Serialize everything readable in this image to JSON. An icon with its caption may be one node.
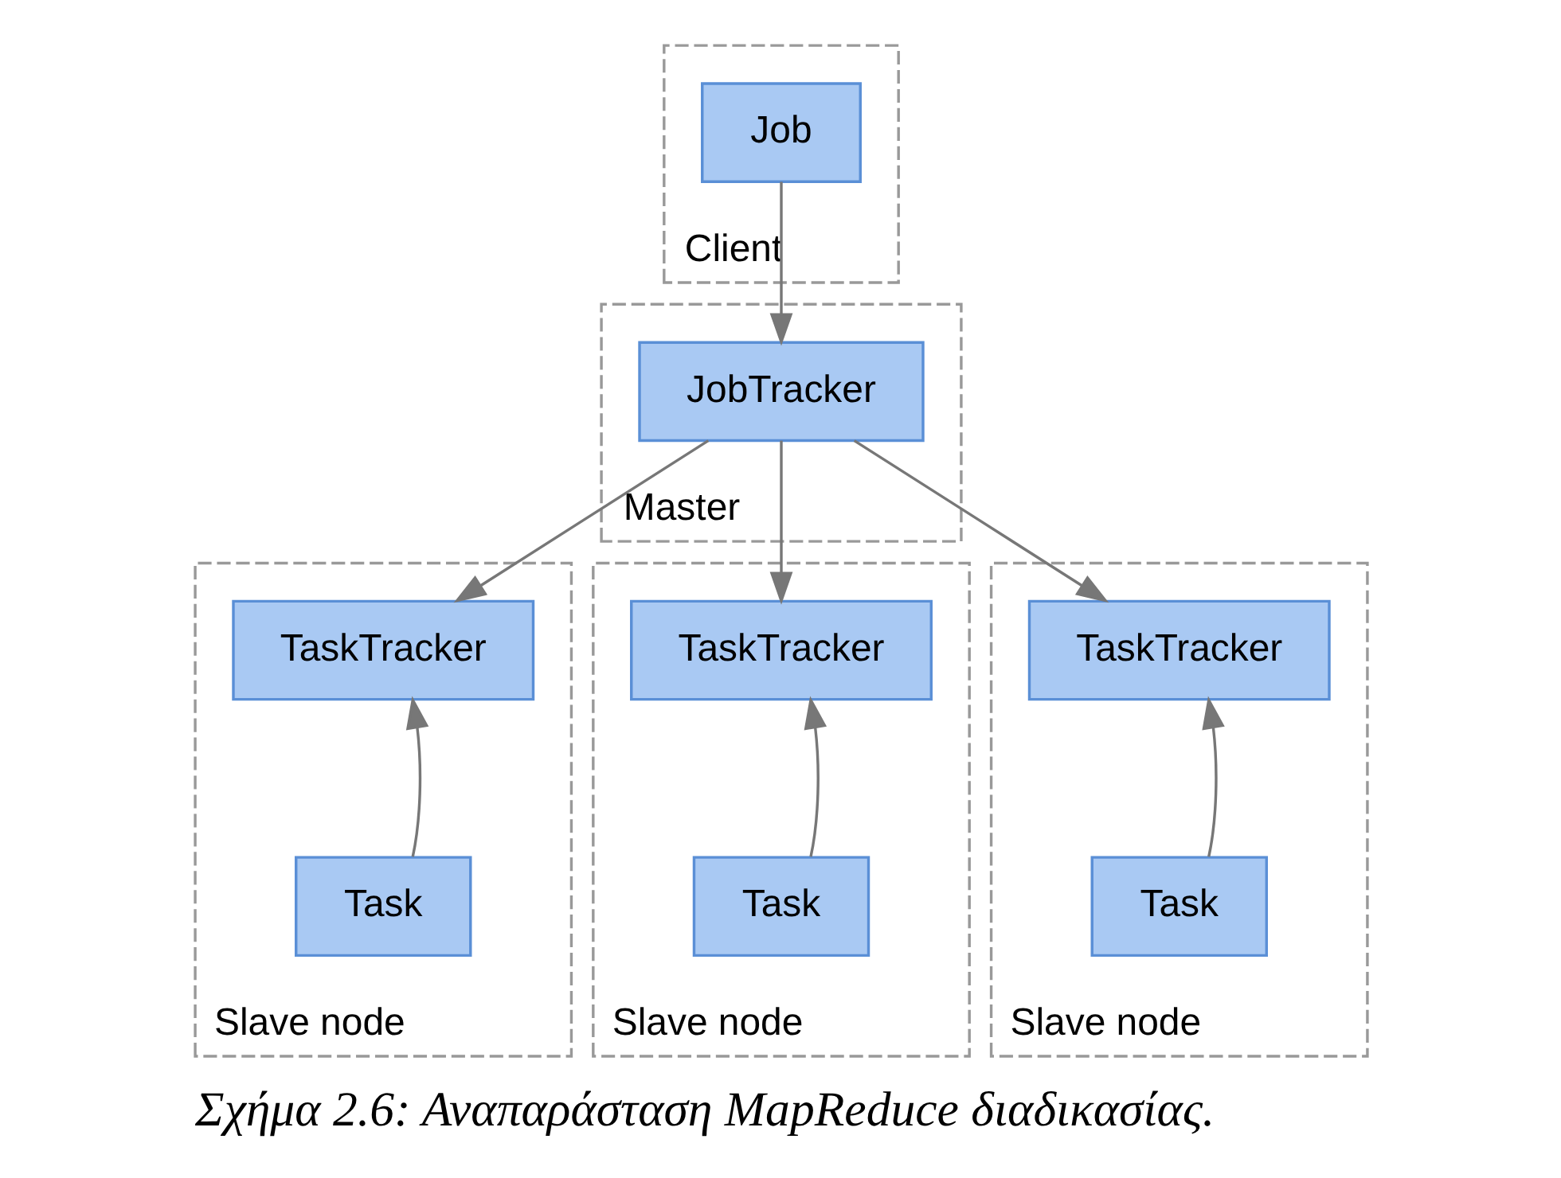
{
  "diagram": {
    "caption": "Σχήμα 2.6: Αναπαράσταση MapReduce διαδικασίας.",
    "nodes": [
      {
        "text": [
          "Client"
        ]
      },
      {
        "text": [
          "Job"
        ],
        "in": 0
      },
      {
        "text": [
          "Master"
        ]
      },
      {
        "text": [
          "JobTracker"
        ],
        "in": 2
      },
      {
        "text": [
          "Slave node"
        ]
      },
      {
        "text": [
          "TaskTracker"
        ],
        "in": 4
      },
      {
        "text": [
          "Task"
        ],
        "in": 4
      },
      {
        "text": [
          "Slave node"
        ]
      },
      {
        "text": [
          "TaskTracker"
        ],
        "in": 7
      },
      {
        "text": [
          "Task"
        ],
        "in": 7
      },
      {
        "text": [
          "Slave node"
        ]
      },
      {
        "text": [
          "TaskTracker"
        ],
        "in": 10
      },
      {
        "text": [
          "Task"
        ],
        "in": 10
      }
    ],
    "edges": [
      {
        "from": 1,
        "to": 3,
        "arrow": "to"
      },
      {
        "from": 3,
        "to": 5,
        "arrow": "to"
      },
      {
        "from": 3,
        "to": 8,
        "arrow": "to"
      },
      {
        "from": 3,
        "to": 11,
        "arrow": "to"
      },
      {
        "from": 6,
        "to": 5,
        "arrow": "to"
      },
      {
        "from": 9,
        "to": 8,
        "arrow": "to"
      },
      {
        "from": 12,
        "to": 11,
        "arrow": "to"
      }
    ]
  }
}
